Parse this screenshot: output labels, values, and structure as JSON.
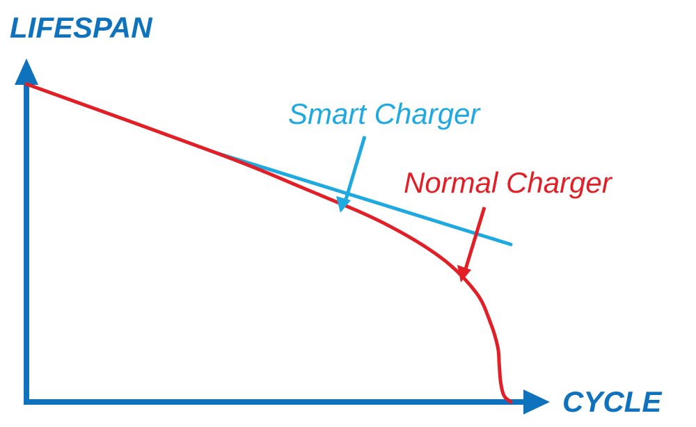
{
  "chart_data": {
    "type": "line",
    "ylabel": "LIFESPAN",
    "xlabel": "CYCLE",
    "xlim": [
      0,
      100
    ],
    "ylim": [
      0,
      100
    ],
    "grid": false,
    "ticks": false,
    "series": [
      {
        "name": "Smart Charger",
        "color": "#1ea9e1",
        "x": [
          39.1,
          100
        ],
        "y": [
          76.9,
          48.6
        ]
      },
      {
        "name": "Normal Charger",
        "color": "#e21f26",
        "x": [
          0,
          39.1,
          57.0,
          73.6,
          85.6,
          92.8,
          95.8,
          97.3,
          97.6,
          97.9,
          98.6,
          100
        ],
        "y": [
          98.1,
          76.9,
          66.1,
          55.3,
          44.5,
          33.8,
          24.4,
          16.9,
          11.5,
          6.0,
          1.9,
          0
        ]
      }
    ],
    "annotations": [
      {
        "text": "Smart Charger",
        "series": 0,
        "color": "#1ea9e1"
      },
      {
        "text": "Normal Charger",
        "series": 1,
        "color": "#e21f26"
      }
    ],
    "axis_color": "#0f72bd"
  }
}
